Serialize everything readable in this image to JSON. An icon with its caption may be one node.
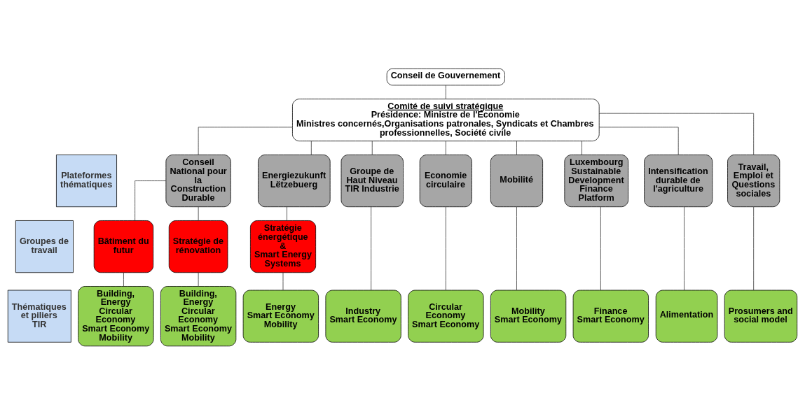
{
  "diagram": {
    "nodes": [
      {
        "text": [
          "Conseil de Gouvernement"
        ]
      },
      {
        "text": [
          "Comité de suivi stratégique",
          "Présidence: Ministre de l'Economie",
          "Ministres concernés,Organisations patronales, Syndicats et Chambres professionnelles, Société civile"
        ]
      },
      {
        "text": [
          "Conseil National pour la Construction Durable"
        ]
      },
      {
        "text": [
          "Energiezukunft Lëtzebuerg"
        ]
      },
      {
        "text": [
          "Groupe de Haut Niveau TIR Industrie"
        ]
      },
      {
        "text": [
          "Economie circulaire"
        ]
      },
      {
        "text": [
          "Mobilité"
        ]
      },
      {
        "text": [
          "Luxembourg Sustainable Development Finance Platform"
        ]
      },
      {
        "text": [
          "Intensification durable de l'agriculture"
        ]
      },
      {
        "text": [
          "Travail, Emploi et Questions sociales"
        ]
      },
      {
        "text": [
          "Bâtiment du futur"
        ]
      },
      {
        "text": [
          "Stratégie de rénovation"
        ]
      },
      {
        "text": [
          "Stratégie énergétique",
          "&",
          "Smart Energy Systems"
        ]
      },
      {
        "text": [
          "Building, Energy",
          "Circular Economy",
          "Smart Economy",
          "Mobility"
        ]
      },
      {
        "text": [
          "Building, Energy",
          "Circular Economy",
          "Smart Economy",
          "Mobility"
        ]
      },
      {
        "text": [
          "Energy",
          "Smart Economy",
          "Mobility"
        ]
      },
      {
        "text": [
          "Industry",
          "Smart Economy"
        ]
      },
      {
        "text": [
          "Circular Economy",
          "Smart Economy"
        ]
      },
      {
        "text": [
          "Mobility",
          "Smart Economy"
        ]
      },
      {
        "text": [
          "Finance",
          "Smart Economy"
        ]
      },
      {
        "text": [
          "Alimentation"
        ]
      },
      {
        "text": [
          "Prosumers and social model"
        ]
      },
      {
        "text": [
          "Plateformes thématiques"
        ]
      },
      {
        "text": [
          "Groupes de travail"
        ]
      },
      {
        "text": [
          "Thématiques et piliers TIR"
        ]
      }
    ],
    "edges": [
      {
        "from": 0,
        "to": 1,
        "arrow": "none"
      },
      {
        "from": 1,
        "to": 2,
        "arrow": "none"
      },
      {
        "from": 1,
        "to": 3,
        "arrow": "none"
      },
      {
        "from": 1,
        "to": 4,
        "arrow": "none"
      },
      {
        "from": 1,
        "to": 5,
        "arrow": "none"
      },
      {
        "from": 1,
        "to": 6,
        "arrow": "none"
      },
      {
        "from": 1,
        "to": 7,
        "arrow": "none"
      },
      {
        "from": 1,
        "to": 8,
        "arrow": "none"
      },
      {
        "from": 1,
        "to": 9,
        "arrow": "none"
      },
      {
        "from": 2,
        "to": 10,
        "arrow": "none"
      },
      {
        "from": 2,
        "to": 11,
        "arrow": "none"
      },
      {
        "from": 3,
        "to": 12,
        "arrow": "none"
      },
      {
        "from": 10,
        "to": 13,
        "arrow": "none"
      },
      {
        "from": 11,
        "to": 14,
        "arrow": "none"
      },
      {
        "from": 12,
        "to": 15,
        "arrow": "none"
      },
      {
        "from": 4,
        "to": 16,
        "arrow": "none"
      },
      {
        "from": 5,
        "to": 17,
        "arrow": "none"
      },
      {
        "from": 6,
        "to": 18,
        "arrow": "none"
      },
      {
        "from": 7,
        "to": 19,
        "arrow": "none"
      },
      {
        "from": 8,
        "to": 20,
        "arrow": "none"
      },
      {
        "from": 9,
        "to": 21,
        "arrow": "none"
      }
    ]
  }
}
